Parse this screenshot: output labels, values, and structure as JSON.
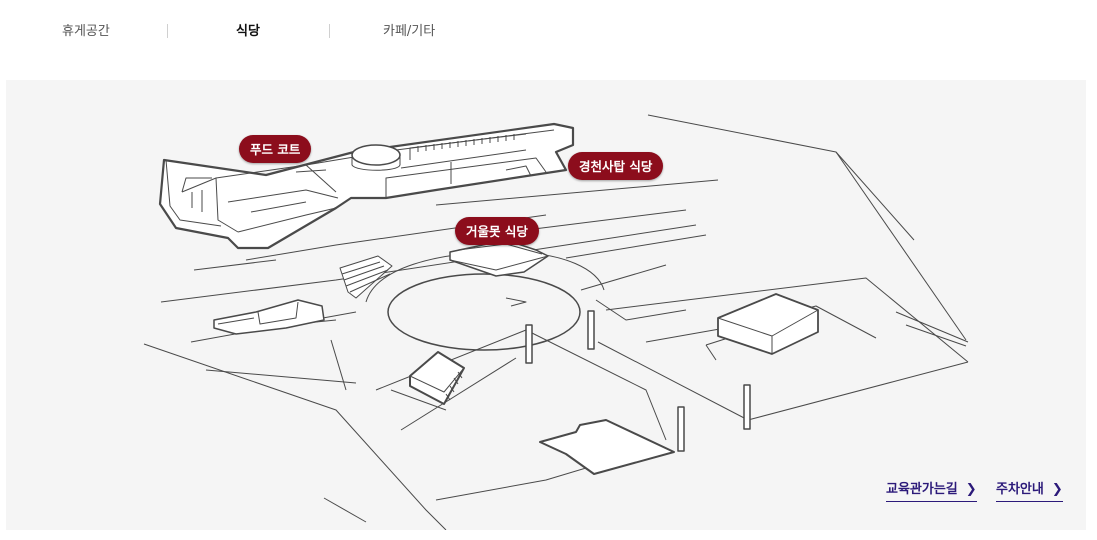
{
  "tabs": [
    {
      "label": "휴게공간",
      "active": false
    },
    {
      "label": "식당",
      "active": true
    },
    {
      "label": "카페/기타",
      "active": false
    }
  ],
  "map": {
    "pins": {
      "food_court": "푸드 코트",
      "gyeongcheon": "경천사탑 식당",
      "geoulmot": "거울못 식당"
    },
    "pin_color": "#8c0d1c"
  },
  "links": {
    "education_route": "교육관가는길",
    "parking": "주차안내",
    "chevron_icon": "chevron-right-icon",
    "color": "#2c1a7a"
  }
}
